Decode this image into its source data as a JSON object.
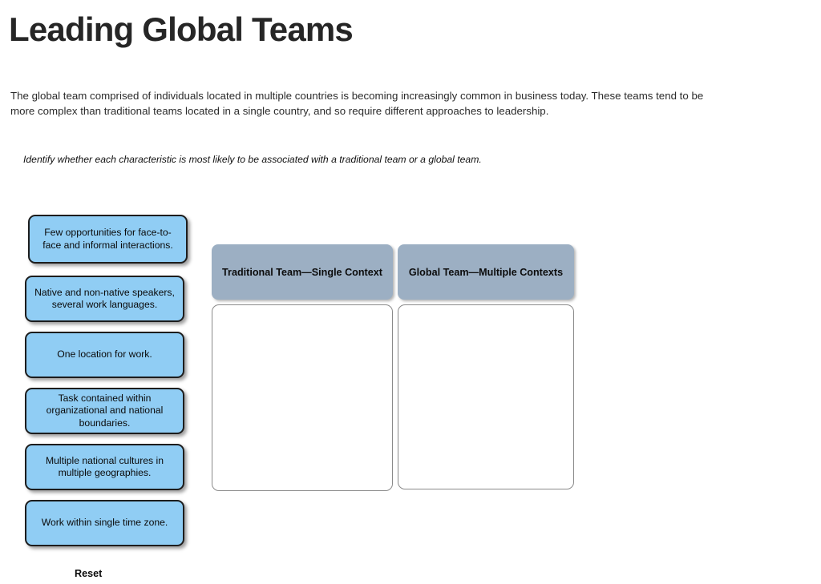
{
  "page": {
    "title": "Leading Global Teams",
    "intro": "The global team comprised of individuals located in multiple countries is becoming increasingly common in business today. These teams tend to be more complex than traditional teams located in a single country, and so require different approaches to leadership.",
    "instruction": "Identify whether each characteristic is most likely to be associated with a traditional team or a global team."
  },
  "cards": [
    {
      "label": "Few opportunities for face-to-face and informal interactions."
    },
    {
      "label": "Native and non-native speakers, several work languages."
    },
    {
      "label": "One location for work."
    },
    {
      "label": "Task contained within organizational and national boundaries."
    },
    {
      "label": "Multiple national cultures in multiple geographies."
    },
    {
      "label": "Work within single time zone."
    }
  ],
  "dropzones": [
    {
      "title": "Traditional Team—Single Context",
      "items": []
    },
    {
      "title": "Global Team—Multiple Contexts",
      "items": []
    }
  ],
  "controls": {
    "reset_label": "Reset"
  },
  "colors": {
    "card_background": "#90cdf4",
    "card_border": "#1d1d1d",
    "zone_header_background": "#9cafc3",
    "zone_body_border": "#8a8a8a",
    "page_background": "#ffffff",
    "title_text": "#262626"
  }
}
